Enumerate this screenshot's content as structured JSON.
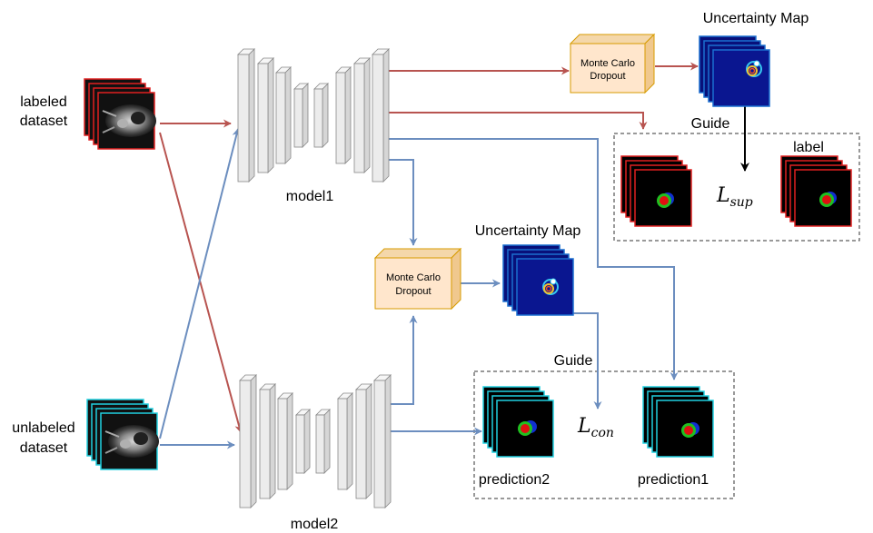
{
  "inputs": {
    "labeled": {
      "line1": "labeled",
      "line2": "dataset"
    },
    "unlabeled": {
      "line1": "unlabeled",
      "line2": "dataset"
    }
  },
  "models": {
    "model1": "model1",
    "model2": "model2"
  },
  "mc_dropout": {
    "top": {
      "line1": "Monte Carlo",
      "line2": "Dropout"
    },
    "bottom": {
      "line1": "Monte Carlo",
      "line2": "Dropout"
    }
  },
  "uncertainty_map": {
    "top": "Uncertainty Map",
    "bottom": "Uncertainty Map"
  },
  "guide": {
    "top": "Guide",
    "bottom": "Guide"
  },
  "labels": {
    "label": "label",
    "prediction1": "prediction1",
    "prediction2": "prediction2"
  },
  "losses": {
    "sup": {
      "main": "L",
      "sub": "sup"
    },
    "con": {
      "main": "L",
      "sub": "con"
    }
  },
  "colors": {
    "labeled_arrow": "#b85450",
    "unlabeled_arrow": "#6c8ebf",
    "labeled_frame": "#e02020",
    "unlabeled_frame": "#20d0e0",
    "uncertainty_frame": "#1a6fd0",
    "dropout_fill": "#ffe6cc",
    "dropout_stroke": "#d79b00",
    "layer_fill": "#ececec",
    "layer_stroke": "#888888"
  }
}
